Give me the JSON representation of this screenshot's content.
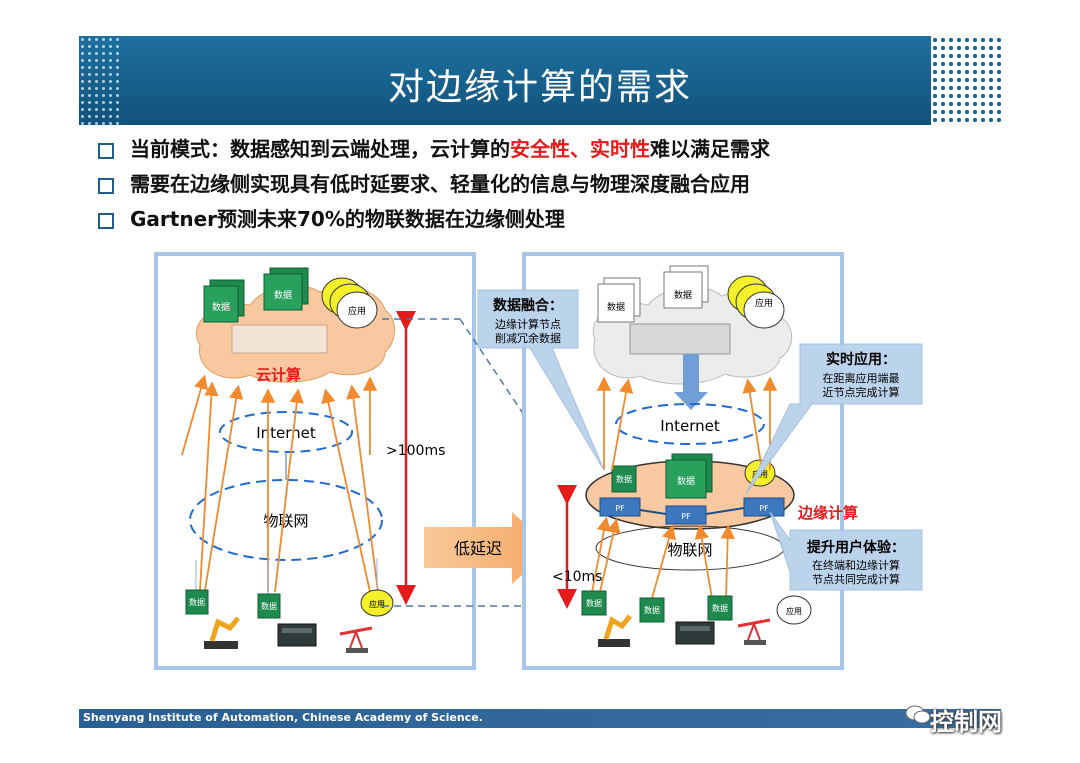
{
  "header": {
    "title": "对边缘计算的需求"
  },
  "bullets": {
    "b1_a": "当前模式：数据感知到云端处理，云计算的",
    "b1_red": "安全性、实时性",
    "b1_b": "难以满足需求",
    "b2": "需要在边缘侧实现具有低时延要求、轻量化的信息与物理深度融合应用",
    "b3": "Gartner预测未来70%的物联数据在边缘侧处理"
  },
  "left": {
    "cloud_label": "云计算",
    "internet": "Internet",
    "iot": "物联网",
    "latency": ">100ms",
    "data": "数据",
    "app": "应用"
  },
  "arrow_label": "低延迟",
  "right": {
    "internet": "Internet",
    "iot": "物联网",
    "edge_label": "边缘计算",
    "latency": "<10ms",
    "data": "数据",
    "app": "应用",
    "pf": "PF",
    "callout1": {
      "title": "数据融合：",
      "line1": "边缘计算节点",
      "line2": "削减冗余数据"
    },
    "callout2": {
      "title": "实时应用：",
      "line1": "在距离应用端最",
      "line2": "近节点完成计算"
    },
    "callout3": {
      "title": "提升用户体验：",
      "line1": "在终端和边缘计算",
      "line2": "节点共同完成计算"
    }
  },
  "footer": {
    "text": "Shenyang Institute of Automation, Chinese Academy of Science."
  },
  "watermark": {
    "text": "控制网"
  },
  "colors": {
    "banner": "#17608c",
    "accent_red": "#e31b1b",
    "orange": "#f08a2c",
    "panel_border": "#a9c6e8"
  }
}
